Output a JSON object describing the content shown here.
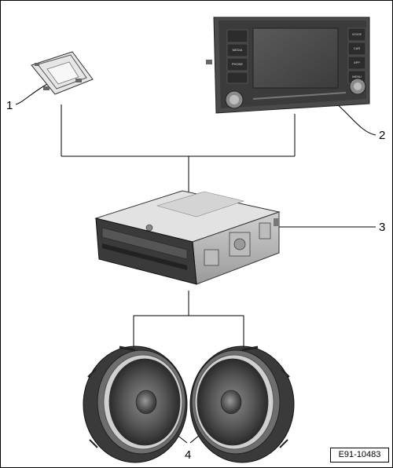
{
  "callouts": {
    "c1": "1",
    "c2": "2",
    "c3": "3",
    "c4": "4"
  },
  "radio": {
    "left_buttons": [
      "",
      "MEDIA",
      "PHONE",
      ""
    ],
    "right_buttons": [
      "VOICE",
      "CAR",
      "APP",
      "MENU"
    ]
  },
  "figure_id": "E91-10483",
  "colors": {
    "line": "#000000",
    "device_dark": "#3a3a3a",
    "screen": "#4a4a4a",
    "metal": "#d8d8d8"
  }
}
